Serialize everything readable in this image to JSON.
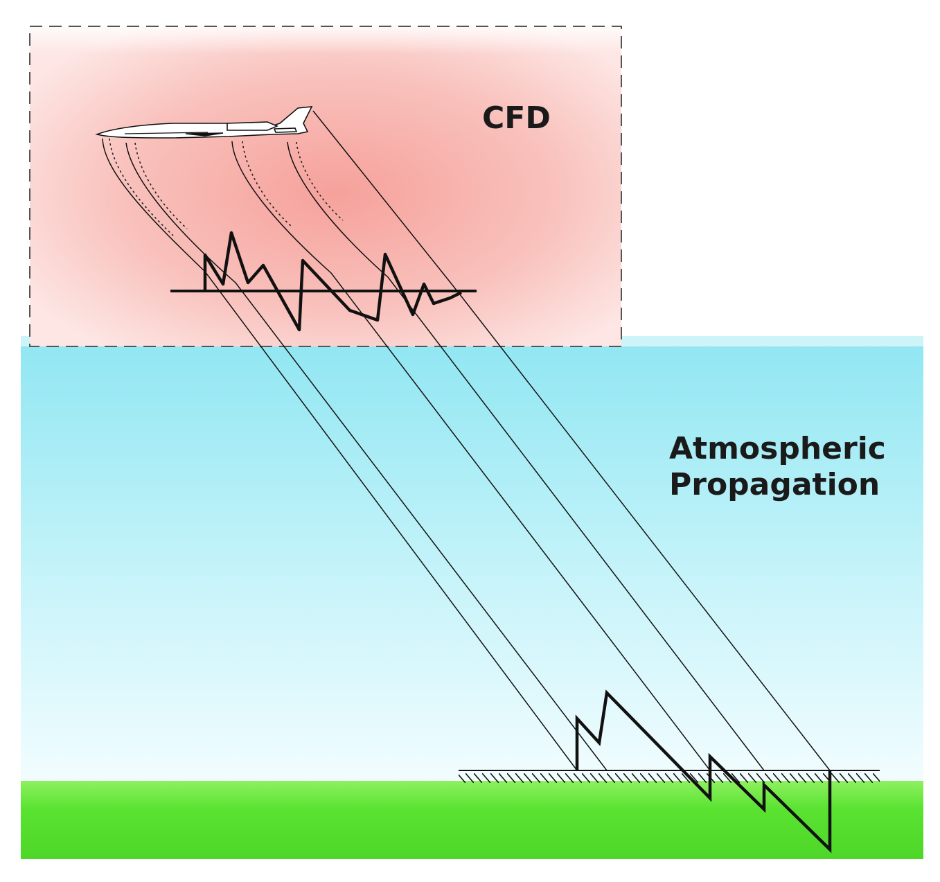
{
  "labels": {
    "cfd": "CFD",
    "atmospheric_line1": "Atmospheric",
    "atmospheric_line2": "Propagation"
  },
  "colors": {
    "cfd_region": "#f7a9a5",
    "sky_top": "#8fe6f2",
    "sky_bottom": "#f4fdff",
    "ground": "#55e030",
    "line": "#111111"
  },
  "icons": {
    "aircraft": "aircraft-icon"
  }
}
